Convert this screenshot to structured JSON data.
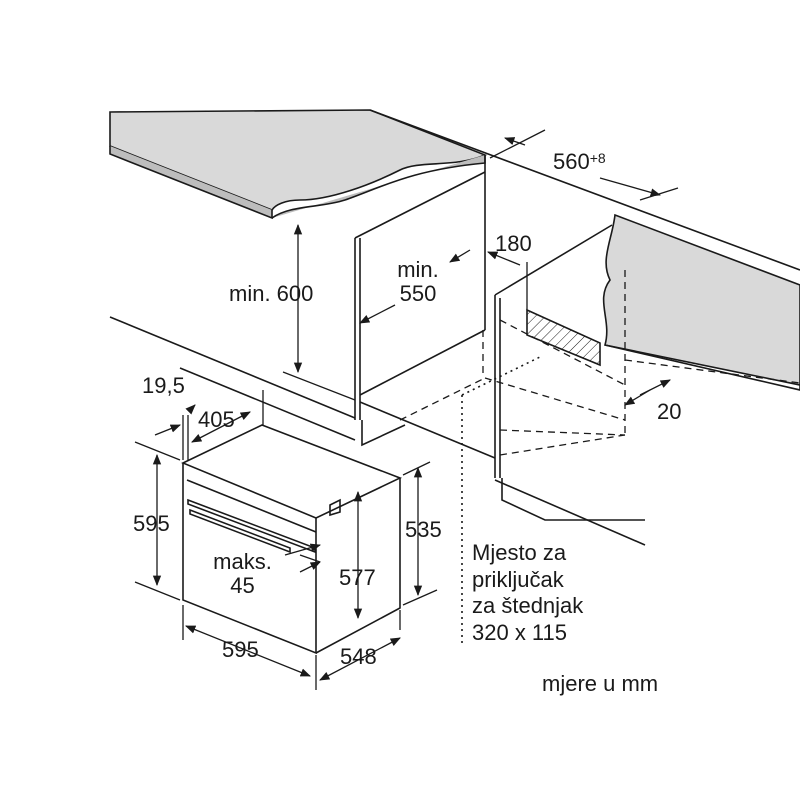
{
  "dimensions": {
    "worktop_gap_width": "560",
    "worktop_gap_tolerance": "+8",
    "min_height_label": "min. 600",
    "min_depth_line1": "min.",
    "min_depth_line2": "550",
    "socket_offset": "180",
    "rear_gap": "20",
    "front_frame": "19,5",
    "rear_depth": "405",
    "oven_height": "595",
    "oven_width": "595",
    "oven_depth": "548",
    "body_height": "535",
    "inner_height": "577",
    "max_label_line1": "maks.",
    "max_label_line2": "45"
  },
  "note": {
    "line1": "Mjesto za",
    "line2": "priključak",
    "line3": "za štednjak",
    "line4": "320 x 115"
  },
  "units": "mjere u mm",
  "colors": {
    "line": "#1a1a1a",
    "worktop": "#d9d9d9"
  }
}
